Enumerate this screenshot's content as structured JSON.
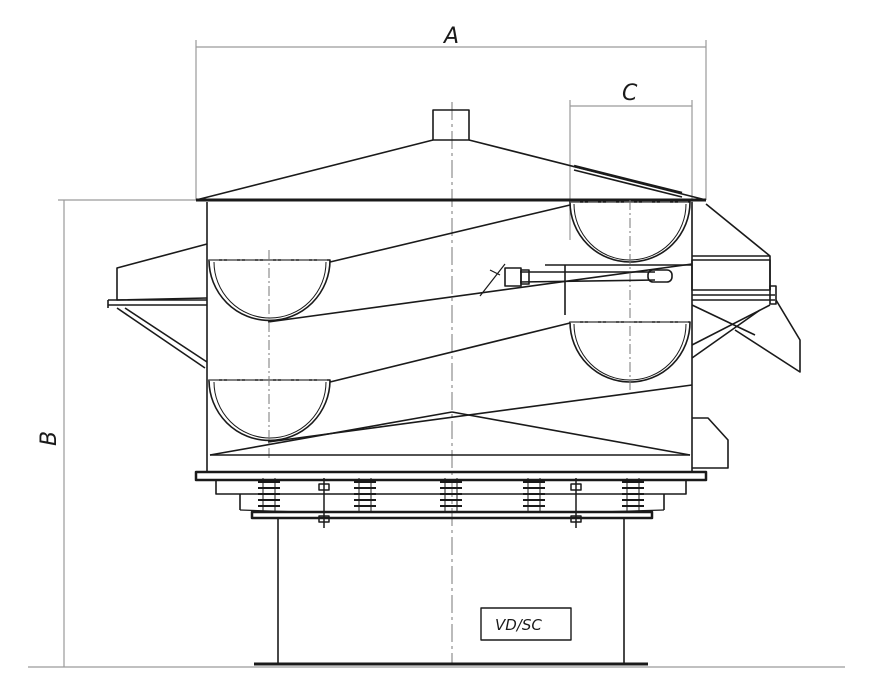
{
  "dimensions": {
    "width_label": "A",
    "height_label": "B",
    "outlet_label": "C"
  },
  "nameplate": {
    "model": "VD/SC"
  },
  "colors": {
    "line": "#1a1a1a",
    "dimension_line": "#9a9a9a",
    "centerline": "#777777"
  }
}
